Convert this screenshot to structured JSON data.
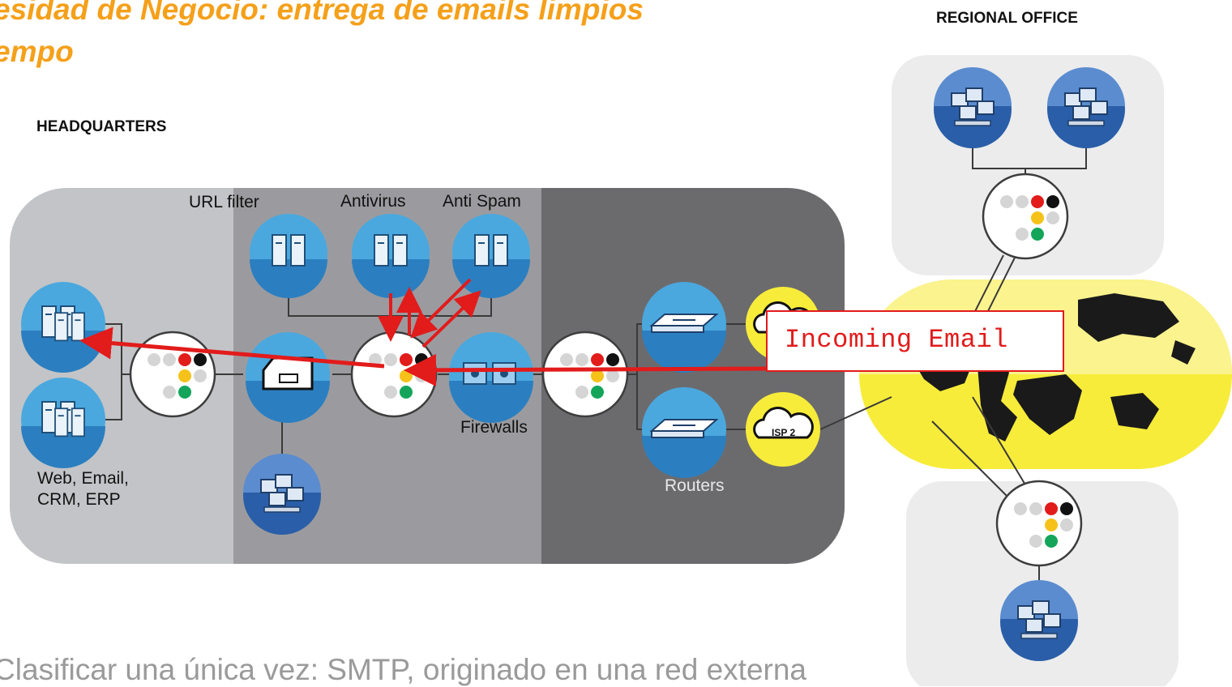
{
  "slide": {
    "title": "esidad de Negocio: entrega de emails limpios\nempo",
    "bottom_text": "Clasificar una única vez: SMTP, originado en una red externa"
  },
  "labels": {
    "regional_office": "REGIONAL OFFICE",
    "headquarters": "HEADQUARTERS",
    "url_filter": "URL filter",
    "antivirus": "Antivirus",
    "anti_spam": "Anti Spam",
    "firewalls": "Firewalls",
    "routers": "Routers",
    "servers": "Web, Email,\nCRM, ERP",
    "isp2": "ISP 2",
    "incoming_email": "Incoming Email"
  },
  "colors": {
    "accent_orange": "#f5a01a",
    "arrow_red": "#e21b1b",
    "node_blue": "#4aa8de",
    "node_dark_blue": "#2a5ea8",
    "isp_yellow": "#f7ec3a",
    "zone_light": "#c3c4c7",
    "zone_mid": "#9b9b9f",
    "zone_dark": "#6b6b6e",
    "region_bg": "#ececed"
  },
  "icons": {
    "server": "server-icon",
    "workstations": "workstations-icon",
    "gateway": "security-gateway-icon",
    "router": "router-icon",
    "firewall": "firewall-icon",
    "cloud": "cloud-icon",
    "globe": "world-map-icon"
  }
}
